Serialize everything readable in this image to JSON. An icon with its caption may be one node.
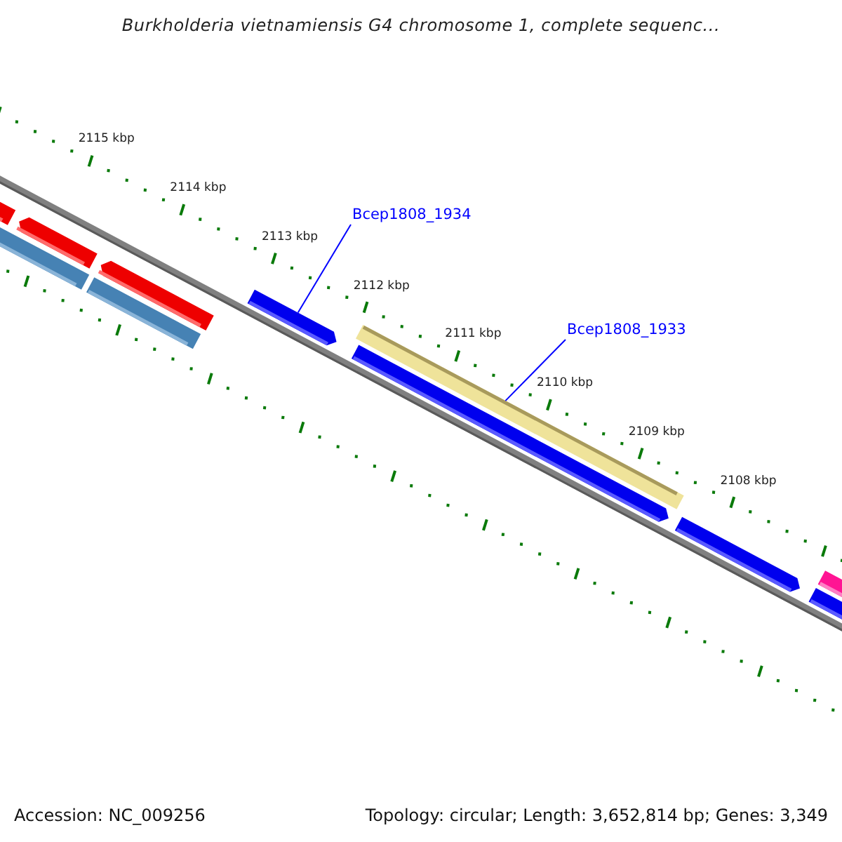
{
  "diagram": {
    "title": "Burkholderia vietnamiensis G4 chromosome 1, complete sequenc...",
    "nodes": [
      {
        "text": [
          "Bcep1808_1934"
        ]
      },
      {
        "text": [],
        "shape": "bar"
      },
      {
        "text": [
          "Bcep1808_1933"
        ]
      },
      {
        "text": [],
        "shape": "bar"
      }
    ],
    "edges": [
      {
        "from": 0,
        "to": 1,
        "arrow": "none"
      },
      {
        "from": 2,
        "to": 3,
        "arrow": "none"
      }
    ],
    "labels": [
      "2115 kbp",
      "2114 kbp",
      "2113 kbp",
      "2112 kbp",
      "2111 kbp",
      "2110 kbp",
      "2109 kbp",
      "2108 kbp",
      "Accession: NC_009256",
      "Topology: circular; Length: 3,652,814 bp; Genes: 3,349"
    ]
  }
}
